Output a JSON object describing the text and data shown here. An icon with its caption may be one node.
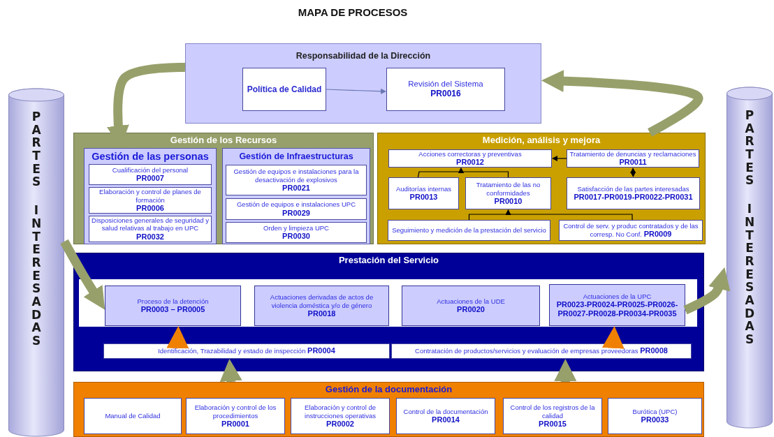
{
  "diagram": {
    "title": "MAPA DE PROCESOS",
    "nodes": [
      {
        "text": [
          "Responsabilidad de la Dirección"
        ]
      },
      {
        "text": [
          "Política de Calidad"
        ],
        "in": 0
      },
      {
        "text": [
          "Revisión del Sistema",
          "PR0016"
        ],
        "in": 0
      },
      {
        "text": [
          "PARTES INTERESADAS"
        ]
      },
      {
        "text": [
          "Gestión de los Recursos"
        ]
      },
      {
        "text": [
          "Gestión de las personas"
        ],
        "in": 4
      },
      {
        "text": [
          "Cualificación del personal",
          "PR0007"
        ],
        "in": 5
      },
      {
        "text": [
          "Elaboración y control de planes de formación",
          "PR0006"
        ],
        "in": 5
      },
      {
        "text": [
          "Disposiciones generales de seguridad y salud relativas al trabajo en UPC **PR0032**"
        ],
        "in": 5
      },
      {
        "text": [
          "Gestión de Infraestructuras"
        ],
        "in": 4
      },
      {
        "text": [
          "Gestión de equipos e instalaciones para la desactivación de explosivos",
          "PR0021"
        ],
        "in": 9
      },
      {
        "text": [
          "Gestión de equipos e instalaciones UPC",
          "PR0029"
        ],
        "in": 9
      },
      {
        "text": [
          "Orden y limpieza UPC",
          "PR0030"
        ],
        "in": 9
      },
      {
        "text": [
          "Medición, análisis y mejora"
        ]
      },
      {
        "text": [
          "Acciones correctoras y preventivas",
          "PR0012"
        ],
        "in": 13
      },
      {
        "text": [
          "Tratamiento de denuncias y reclamaciones **PR0011**"
        ],
        "in": 13
      },
      {
        "text": [
          "Auditorías internas",
          "PR0013"
        ],
        "in": 13
      },
      {
        "text": [
          "Tratamiento de las no conformidades",
          "PR0010"
        ],
        "in": 13
      },
      {
        "text": [
          "Satisfacción de las partes interesadas",
          "PR0017-PR0019-PR0022-PR0031"
        ],
        "in": 13
      },
      {
        "text": [
          "Seguimiento y medición de la prestación del servicio"
        ],
        "in": 13
      },
      {
        "text": [
          "Control de serv. y produc contratados y de las corresp. No Conf. **PR0009**"
        ],
        "in": 13
      },
      {
        "text": [
          "PARTES INTERESADAS"
        ]
      },
      {
        "text": [
          "Prestación del Servicio"
        ]
      },
      {
        "text": [],
        "shape": "box",
        "in": 22
      },
      {
        "text": [
          "Proceso de la detención",
          "PR0003 – PR0005"
        ],
        "in": 23
      },
      {
        "text": [
          "Actuaciones derivadas de actos de violencia doméstica y/o de género",
          "PR0018"
        ],
        "in": 23
      },
      {
        "text": [
          "Actuaciones de la UDE",
          "PR0020"
        ],
        "in": 23
      },
      {
        "text": [
          "Actuaciones de la UPC",
          "PR0023-PR0024-PR0025-PR0026-PR0027-PR0028-PR0034-PR0035"
        ],
        "in": 23
      },
      {
        "text": [
          "Identificación, Trazabilidad y estado de inspección **PR0004**"
        ],
        "in": 22
      },
      {
        "text": [
          "Contratación de productos/servicios y evaluación de empresas proveedoras **PR0008**"
        ],
        "in": 22
      },
      {
        "text": [
          "Gestión de la documentación"
        ]
      },
      {
        "text": [
          "Manual de Calidad"
        ],
        "in": 30
      },
      {
        "text": [
          "Elaboración y control de los procedimientos",
          "PR0001"
        ],
        "in": 30
      },
      {
        "text": [
          "Elaboración y control de instrucciones operativas",
          "PR0002"
        ],
        "in": 30
      },
      {
        "text": [
          "Control de la documentación",
          "PR0014"
        ],
        "in": 30
      },
      {
        "text": [
          "Control de los registros de la calidad",
          "PR0015"
        ],
        "in": 30
      },
      {
        "text": [
          "Burótica (UPC)",
          "PR0033"
        ],
        "in": 30
      }
    ],
    "edges": [
      {
        "from": 1,
        "to": 2,
        "arrow": "to",
        "color": "#6a78b0"
      },
      {
        "from": 0,
        "to": 5,
        "arrow": "to",
        "color": "#97a06b"
      },
      {
        "from": 13,
        "to": 0,
        "arrow": "to",
        "color": "#97a06b"
      },
      {
        "from": 3,
        "to": 24,
        "arrow": "to",
        "color": "#97a06b"
      },
      {
        "from": 27,
        "to": 21,
        "arrow": "to",
        "color": "#97a06b"
      },
      {
        "from": 28,
        "to": 24,
        "arrow": "to",
        "color": "#f08000"
      },
      {
        "from": 29,
        "to": 27,
        "arrow": "to",
        "color": "#f08000"
      },
      {
        "from": 30,
        "to": 28,
        "arrow": "to",
        "color": "#97a06b"
      },
      {
        "from": 30,
        "to": 29,
        "arrow": "to",
        "color": "#97a06b"
      },
      {
        "from": 15,
        "to": 14,
        "arrow": "to",
        "color": "#000000"
      },
      {
        "from": 18,
        "to": 15,
        "arrow": "both",
        "color": "#000000"
      },
      {
        "from": 16,
        "to": 14,
        "arrow": "to",
        "color": "#000000"
      },
      {
        "from": 17,
        "to": 14,
        "arrow": "to",
        "color": "#000000"
      },
      {
        "from": 19,
        "to": 17,
        "arrow": "to",
        "color": "#000000"
      },
      {
        "from": 20,
        "to": 17,
        "arrow": "to",
        "color": "#000000"
      }
    ]
  }
}
